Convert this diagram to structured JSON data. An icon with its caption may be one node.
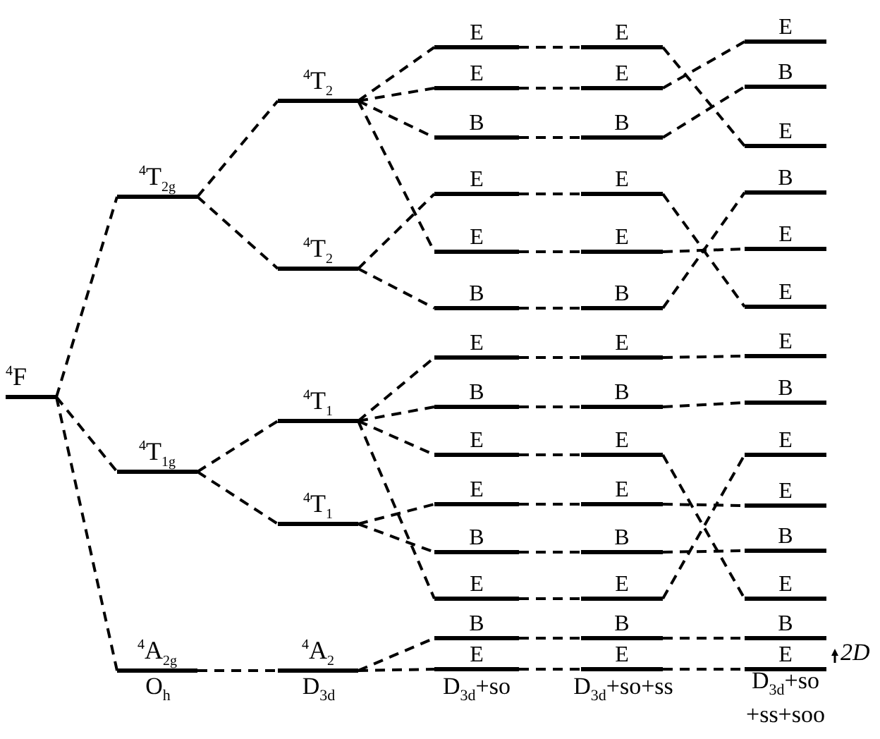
{
  "diagram": {
    "nodes": [
      {
        "text": [
          "$^{4}$F"
        ]
      },
      {
        "text": [
          "$^{4}$T$_{2g}$"
        ]
      },
      {
        "text": [
          "$^{4}$T$_{1g}$"
        ]
      },
      {
        "text": [
          "$^{4}$A$_{2g}$"
        ]
      },
      {
        "text": [
          "$^{4}$T$_{2}$"
        ]
      },
      {
        "text": [
          "$^{4}$T$_{2}$"
        ]
      },
      {
        "text": [
          "$^{4}$T$_{1}$"
        ]
      },
      {
        "text": [
          "$^{4}$T$_{1}$"
        ]
      },
      {
        "text": [
          "$^{4}$A$_{2}$"
        ]
      },
      {
        "text": [
          "E"
        ]
      },
      {
        "text": [
          "E"
        ]
      },
      {
        "text": [
          "B"
        ]
      },
      {
        "text": [
          "E"
        ]
      },
      {
        "text": [
          "E"
        ]
      },
      {
        "text": [
          "B"
        ]
      },
      {
        "text": [
          "E"
        ]
      },
      {
        "text": [
          "B"
        ]
      },
      {
        "text": [
          "E"
        ]
      },
      {
        "text": [
          "E"
        ]
      },
      {
        "text": [
          "B"
        ]
      },
      {
        "text": [
          "E"
        ]
      },
      {
        "text": [
          "B"
        ]
      },
      {
        "text": [
          "E"
        ]
      },
      {
        "text": [
          "E"
        ]
      },
      {
        "text": [
          "E"
        ]
      },
      {
        "text": [
          "B"
        ]
      },
      {
        "text": [
          "E"
        ]
      },
      {
        "text": [
          "E"
        ]
      },
      {
        "text": [
          "B"
        ]
      },
      {
        "text": [
          "E"
        ]
      },
      {
        "text": [
          "B"
        ]
      },
      {
        "text": [
          "E"
        ]
      },
      {
        "text": [
          "E"
        ]
      },
      {
        "text": [
          "B"
        ]
      },
      {
        "text": [
          "E"
        ]
      },
      {
        "text": [
          "B"
        ]
      },
      {
        "text": [
          "E"
        ]
      },
      {
        "text": [
          "E"
        ]
      },
      {
        "text": [
          "B"
        ]
      },
      {
        "text": [
          "E"
        ]
      },
      {
        "text": [
          "B"
        ]
      },
      {
        "text": [
          "E"
        ]
      },
      {
        "text": [
          "E"
        ]
      },
      {
        "text": [
          "E"
        ]
      },
      {
        "text": [
          "B"
        ]
      },
      {
        "text": [
          "E"
        ]
      },
      {
        "text": [
          "E"
        ]
      },
      {
        "text": [
          "B"
        ]
      },
      {
        "text": [
          "E"
        ]
      },
      {
        "text": [
          "B"
        ]
      },
      {
        "text": [
          "E"
        ]
      }
    ],
    "edges": [
      {
        "from": 0,
        "to": 1,
        "arrow": "none",
        "style": "dashed"
      },
      {
        "from": 0,
        "to": 2,
        "arrow": "none",
        "style": "dashed"
      },
      {
        "from": 0,
        "to": 3,
        "arrow": "none",
        "style": "dashed"
      },
      {
        "from": 1,
        "to": 4,
        "arrow": "none",
        "style": "dashed"
      },
      {
        "from": 1,
        "to": 5,
        "arrow": "none",
        "style": "dashed"
      },
      {
        "from": 2,
        "to": 6,
        "arrow": "none",
        "style": "dashed"
      },
      {
        "from": 2,
        "to": 7,
        "arrow": "none",
        "style": "dashed"
      },
      {
        "from": 3,
        "to": 8,
        "arrow": "none",
        "style": "dashed"
      },
      {
        "from": 4,
        "to": 9,
        "arrow": "none",
        "style": "dashed"
      },
      {
        "from": 4,
        "to": 10,
        "arrow": "none",
        "style": "dashed"
      },
      {
        "from": 4,
        "to": 11,
        "arrow": "none",
        "style": "dashed"
      },
      {
        "from": 4,
        "to": 13,
        "arrow": "none",
        "style": "dashed"
      },
      {
        "from": 5,
        "to": 12,
        "arrow": "none",
        "style": "dashed"
      },
      {
        "from": 5,
        "to": 14,
        "arrow": "none",
        "style": "dashed"
      },
      {
        "from": 6,
        "to": 15,
        "arrow": "none",
        "style": "dashed"
      },
      {
        "from": 6,
        "to": 16,
        "arrow": "none",
        "style": "dashed"
      },
      {
        "from": 6,
        "to": 17,
        "arrow": "none",
        "style": "dashed"
      },
      {
        "from": 6,
        "to": 20,
        "arrow": "none",
        "style": "dashed"
      },
      {
        "from": 7,
        "to": 18,
        "arrow": "none",
        "style": "dashed"
      },
      {
        "from": 7,
        "to": 19,
        "arrow": "none",
        "style": "dashed"
      },
      {
        "from": 8,
        "to": 21,
        "arrow": "none",
        "style": "dashed"
      },
      {
        "from": 8,
        "to": 22,
        "arrow": "none",
        "style": "dashed"
      },
      {
        "from": 9,
        "to": 23,
        "arrow": "none",
        "style": "dashed"
      },
      {
        "from": 10,
        "to": 24,
        "arrow": "none",
        "style": "dashed"
      },
      {
        "from": 11,
        "to": 25,
        "arrow": "none",
        "style": "dashed"
      },
      {
        "from": 12,
        "to": 26,
        "arrow": "none",
        "style": "dashed"
      },
      {
        "from": 13,
        "to": 27,
        "arrow": "none",
        "style": "dashed"
      },
      {
        "from": 14,
        "to": 28,
        "arrow": "none",
        "style": "dashed"
      },
      {
        "from": 15,
        "to": 29,
        "arrow": "none",
        "style": "dashed"
      },
      {
        "from": 16,
        "to": 30,
        "arrow": "none",
        "style": "dashed"
      },
      {
        "from": 17,
        "to": 31,
        "arrow": "none",
        "style": "dashed"
      },
      {
        "from": 18,
        "to": 32,
        "arrow": "none",
        "style": "dashed"
      },
      {
        "from": 19,
        "to": 33,
        "arrow": "none",
        "style": "dashed"
      },
      {
        "from": 20,
        "to": 34,
        "arrow": "none",
        "style": "dashed"
      },
      {
        "from": 21,
        "to": 35,
        "arrow": "none",
        "style": "dashed"
      },
      {
        "from": 22,
        "to": 36,
        "arrow": "none",
        "style": "dashed"
      },
      {
        "from": 23,
        "to": 39,
        "arrow": "none",
        "style": "dashed"
      },
      {
        "from": 24,
        "to": 37,
        "arrow": "none",
        "style": "dashed"
      },
      {
        "from": 25,
        "to": 38,
        "arrow": "none",
        "style": "dashed"
      },
      {
        "from": 26,
        "to": 42,
        "arrow": "none",
        "style": "dashed"
      },
      {
        "from": 27,
        "to": 41,
        "arrow": "none",
        "style": "dashed"
      },
      {
        "from": 28,
        "to": 40,
        "arrow": "none",
        "style": "dashed"
      },
      {
        "from": 29,
        "to": 43,
        "arrow": "none",
        "style": "dashed"
      },
      {
        "from": 30,
        "to": 44,
        "arrow": "none",
        "style": "dashed"
      },
      {
        "from": 31,
        "to": 48,
        "arrow": "none",
        "style": "dashed"
      },
      {
        "from": 32,
        "to": 46,
        "arrow": "none",
        "style": "dashed"
      },
      {
        "from": 33,
        "to": 47,
        "arrow": "none",
        "style": "dashed"
      },
      {
        "from": 34,
        "to": 45,
        "arrow": "none",
        "style": "dashed"
      },
      {
        "from": 35,
        "to": 49,
        "arrow": "none",
        "style": "dashed"
      },
      {
        "from": 36,
        "to": 50,
        "arrow": "none",
        "style": "dashed"
      }
    ],
    "labels": [
      "O$_{h}$",
      "D$_{3d}$",
      "D$_{3d}$+so",
      "D$_{3d}$+so+ss",
      "D$_{3d}$+so +ss+soo",
      "2D"
    ]
  }
}
